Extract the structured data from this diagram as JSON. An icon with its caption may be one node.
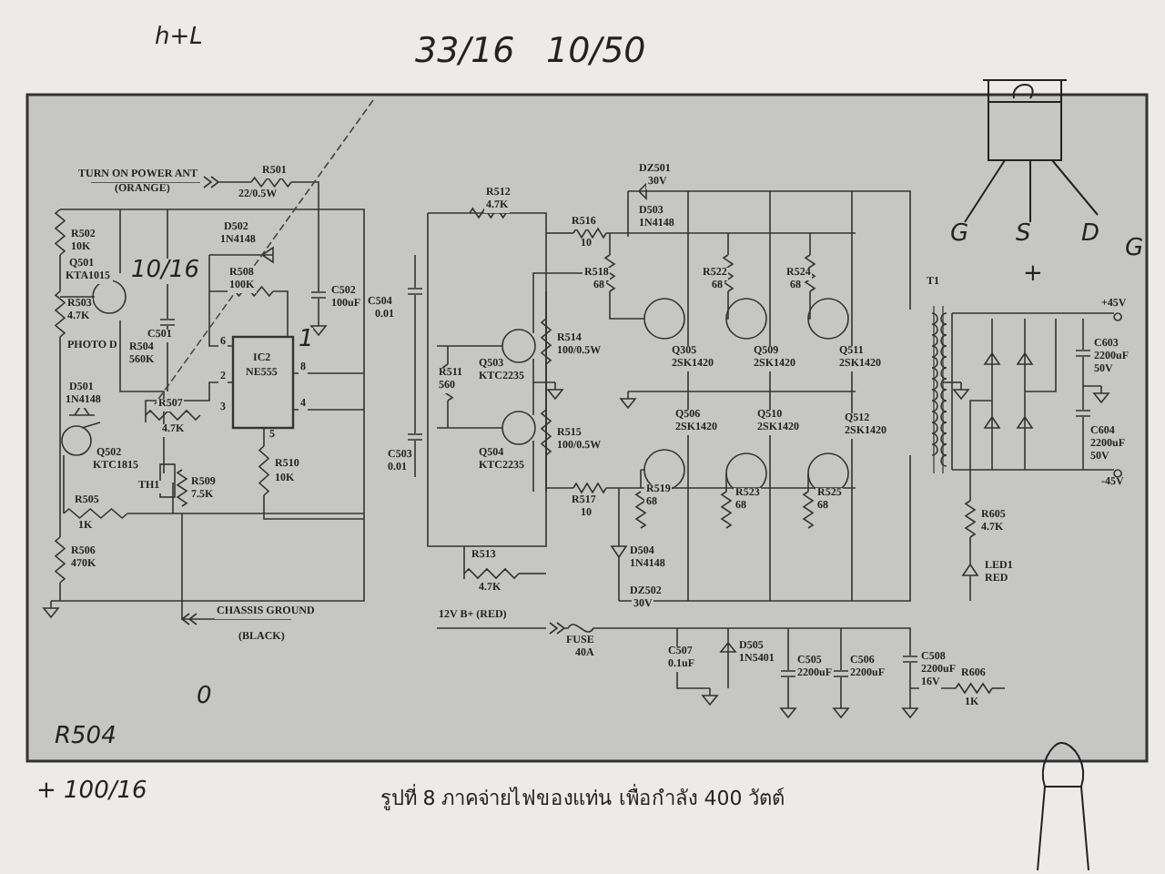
{
  "diagram": {
    "caption": "รูปที่ 8 ภาคจ่ายไฟของแท่น เพื่อกำลัง 400 วัตต์",
    "labels": [
      "h+L",
      "33/16",
      "10/50",
      "G",
      "S",
      "D",
      "G",
      "TURN ON POWER ANT",
      "(ORANGE)",
      "R501",
      "22/0.5W",
      "R512",
      "4.7K",
      "DZ501",
      "30V",
      "R516",
      "10",
      "D503",
      "1N4148",
      "R502",
      "10K",
      "D502",
      "1N4148",
      "R508",
      "100K",
      "R518",
      "68",
      "R522",
      "68",
      "R524",
      "68",
      "+",
      "T1",
      "+45V",
      "Q501",
      "KTA1015",
      "10/16",
      "C502",
      "100uF",
      "C504",
      "0.01",
      "R503",
      "4.7K",
      "R514",
      "100/0.5W",
      "Q503",
      "KTC2235",
      "Q305",
      "2SK1420",
      "Q509",
      "2SK1420",
      "Q511",
      "2SK1420",
      "C603",
      "2200uF",
      "50V",
      "PHOTO D",
      "R504",
      "560K",
      "C501",
      "IC2",
      "NE555",
      "6",
      "1",
      "R511",
      "560",
      "2",
      "8",
      "D501",
      "1N4148",
      "R507",
      "4.7K",
      "3",
      "4",
      "R515",
      "100/0.5W",
      "Q506",
      "2SK1420",
      "Q510",
      "2SK1420",
      "Q512",
      "2SK1420",
      "C604",
      "2200uF",
      "50V",
      "5",
      "Q502",
      "KTC1815",
      "Q504",
      "KTC2235",
      "C503",
      "0.01",
      "R510",
      "10K",
      "R509",
      "7.5K",
      "TH1",
      "-45V",
      "R519",
      "68",
      "R523",
      "68",
      "R525",
      "68",
      "R517",
      "10",
      "R505",
      "1K",
      "R605",
      "4.7K",
      "R513",
      "4.7K",
      "R506",
      "470K",
      "D504",
      "1N4148",
      "LED1",
      "RED",
      "DZ502",
      "30V",
      "CHASSIS GROUND",
      "(BLACK)",
      "12V B+ (RED)",
      "FUSE",
      "40A",
      "C507",
      "0.1uF",
      "D505",
      "1N5401",
      "C505",
      "2200uF",
      "C506",
      "2200uF",
      "C508",
      "2200uF",
      "16V",
      "R606",
      "1K",
      "0",
      "R504",
      "+ 100/16"
    ]
  }
}
